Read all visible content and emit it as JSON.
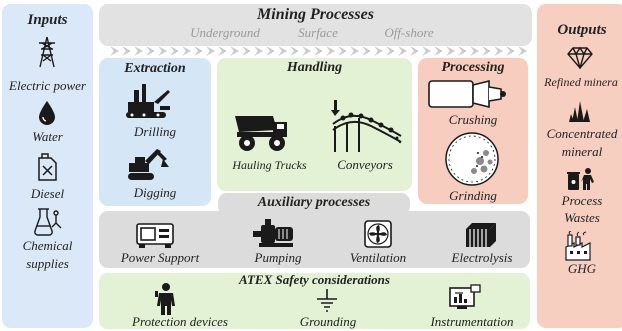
{
  "inputs": {
    "title": "Inputs",
    "items": [
      {
        "label": "Electric power",
        "icon": "power-pylon-icon"
      },
      {
        "label": "Water",
        "icon": "water-drop-icon"
      },
      {
        "label": "Diesel",
        "icon": "fuel-can-icon"
      },
      {
        "label": "Chemical",
        "label2": "supplies",
        "icon": "lab-flask-icon"
      }
    ]
  },
  "mining": {
    "title": "Mining Processes",
    "subtitles": [
      "Underground",
      "Surface",
      "Off-shore"
    ]
  },
  "extraction": {
    "title": "Extraction",
    "items": [
      {
        "label": "Drilling",
        "icon": "drilling-rig-icon"
      },
      {
        "label": "Digging",
        "icon": "excavator-icon"
      }
    ]
  },
  "handling": {
    "title": "Handling",
    "items": [
      {
        "label": "Hauling Trucks",
        "icon": "haul-truck-icon"
      },
      {
        "label": "Conveyors",
        "icon": "conveyor-icon"
      }
    ]
  },
  "processing": {
    "title": "Processing",
    "items": [
      {
        "label": "Crushing",
        "icon": "crusher-icon"
      },
      {
        "label": "Grinding",
        "icon": "grinding-mill-icon"
      }
    ]
  },
  "auxiliary": {
    "title": "Auxiliary processes",
    "items": [
      {
        "label": "Power Support",
        "icon": "generator-icon"
      },
      {
        "label": "Pumping",
        "icon": "pump-icon"
      },
      {
        "label": "Ventilation",
        "icon": "fan-icon"
      },
      {
        "label": "Electrolysis",
        "icon": "electrolysis-cell-icon"
      }
    ]
  },
  "atex": {
    "title": "ATEX Safety considerations",
    "items": [
      {
        "label": "Protection devices",
        "icon": "protective-suit-icon"
      },
      {
        "label": "Grounding",
        "icon": "ground-symbol-icon"
      },
      {
        "label": "Instrumentation",
        "icon": "instrument-monitor-icon"
      }
    ]
  },
  "outputs": {
    "title": "Outputs",
    "items": [
      {
        "label": "Refined minera",
        "icon": "diamond-icon"
      },
      {
        "label": "Concentrated",
        "label2": "mineral",
        "icon": "mineral-crystal-icon"
      },
      {
        "label": "Process",
        "label2": "Wastes",
        "icon": "waste-disposal-icon"
      },
      {
        "label": "GHG",
        "icon": "factory-emissions-icon"
      }
    ]
  },
  "colors": {
    "inputs_bg": "#dbe8f8",
    "mining_bg": "#e2e2e2",
    "extraction_bg": "#d5e6f6",
    "handling_bg": "#e3f1d5",
    "processing_bg": "#f7cdbf",
    "auxiliary_bg": "#dcdcdc",
    "atex_bg": "#e3f1d5",
    "outputs_bg": "#f7cfc1",
    "arrow": "#c9c9c9",
    "icon": "#1a1a1a"
  }
}
